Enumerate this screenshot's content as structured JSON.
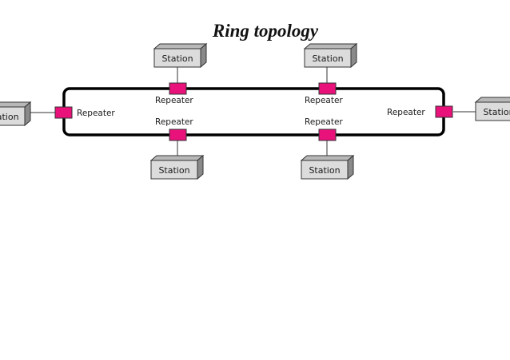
{
  "title": "Ring topology",
  "labels": {
    "station": "Station",
    "repeater": "Repeater"
  },
  "colors": {
    "repeater_fill": "#e8127a",
    "ring_stroke": "#000000",
    "box_front": "#dcdcdc",
    "box_top": "#b8b8b8",
    "box_side": "#8a8a8a"
  }
}
